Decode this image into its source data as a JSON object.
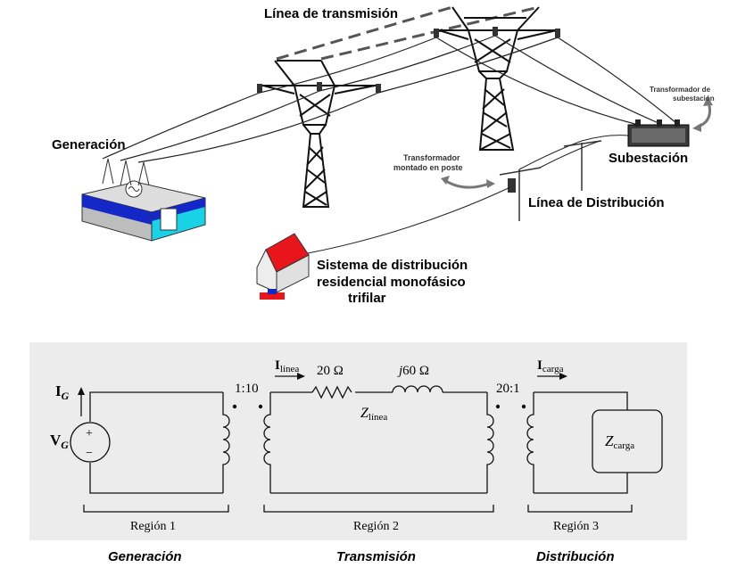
{
  "top": {
    "transmission_line": "Línea de transmisión",
    "generation": "Generación",
    "pole_transformer_line1": "Transformador",
    "pole_transformer_line2": "montado en poste",
    "substation_transformer_line1": "Transformador de",
    "substation_transformer_line2": "subestación",
    "substation": "Subestación",
    "distribution_line": "Línea de Distribución",
    "residential_line1": "Sistema de distribución",
    "residential_line2": "residencial monofásico",
    "residential_line3": "trifilar"
  },
  "circuit": {
    "ig_main": "I",
    "ig_sub": "G",
    "vg_main": "V",
    "vg_sub": "G",
    "plus": "+",
    "minus": "−",
    "ratio1": "1:10",
    "iline_main": "I",
    "iline_sub": "línea",
    "r_value": "20 Ω",
    "x_j": "j",
    "x_value": "60 Ω",
    "zline_main": "Z",
    "zline_sub": "línea",
    "ratio2": "20:1",
    "iload_main": "I",
    "iload_sub": "carga",
    "zload_main": "Z",
    "zload_sub": "carga",
    "region1": "Región 1",
    "region2": "Región 2",
    "region3": "Región 3"
  },
  "captions": {
    "generation": "Generación",
    "transmission": "Transmisión",
    "distribution": "Distribución"
  },
  "colors": {
    "circuit_bg": "#ececec",
    "roof_red": "#e8161b",
    "plant_blue": "#1428c8",
    "plant_cyan": "#19d2e6",
    "arrow_gray": "#777777"
  }
}
